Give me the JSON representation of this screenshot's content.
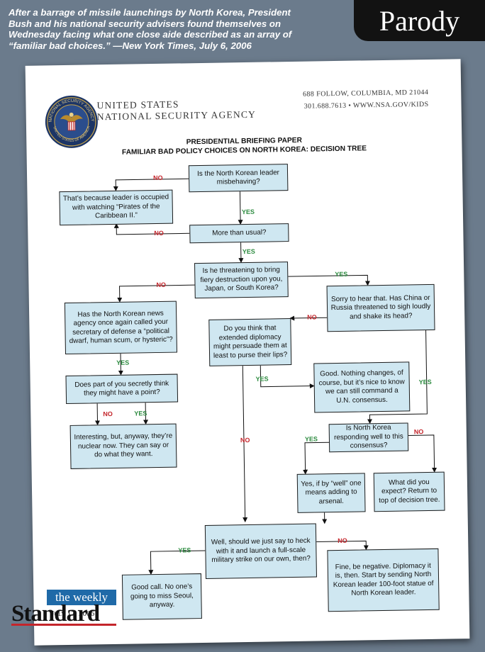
{
  "caption": "After a barrage of missile launchings by North Korea, President\nBush and his national security advisers found themselves on\nWednesday facing what one close aide described as an array of\n“familiar bad choices.”              —New York Times, July 6, 2006",
  "corner_label": "Parody",
  "letterhead": {
    "agency_line1": "UNITED STATES",
    "agency_line2": "NATIONAL SECURITY AGENCY",
    "address_line1": "688 FOLLOW, COLUMBIA, MD 21044",
    "address_line2": "301.688.7613  •  WWW.NSA.GOV/KIDS",
    "seal_text_top": "NATIONAL SECURITY AGENCY",
    "seal_text_bottom": "UNITED STATES OF AMERICA"
  },
  "paper_title_line1": "PRESIDENTIAL BRIEFING PAPER",
  "paper_title_line2": "FAMILIAR BAD POLICY CHOICES ON NORTH KOREA:  DECISION TREE",
  "nodes": {
    "q_misbehaving": "Is the North Korean leader misbehaving?",
    "pirates": "That’s because leader is occupied with watching “Pirates of the Caribbean II.”",
    "more_than_usual": "More than usual?",
    "threatening": "Is he threatening to bring fiery destruction upon you, Japan, or South Korea?",
    "news_agency": "Has the North Korean news agency once again called your secretary of defense a “political dwarf, human scum, or hysteric”?",
    "point": "Does part of you secretly think they might have a point?",
    "nuclear": "Interesting, but, anyway, they’re nuclear now. They can say or do what they want.",
    "diplomacy": "Do you think that extended diplomacy might persuade them at least to purse their lips?",
    "sorry": "Sorry to hear that. Has China or Russia threatened to sigh loudly and shake its head?",
    "good_nothing": "Good. Nothing changes, of course, but it’s nice to know we can still command a U.N. consensus.",
    "responding": "Is North Korea responding well to this consensus?",
    "yes_if_well": "Yes, if by “well” one means adding to arsenal.",
    "expect": "What did you expect? Return to top of decision tree.",
    "heck": "Well, should we just say to heck with it and launch a full-scale military strike on our own, then?",
    "good_call": "Good call. No one’s going to miss Seoul, anyway.",
    "negative": "Fine, be negative. Diplomacy it is, then. Start by sending North Korean leader 100-foot statue of North Korean leader."
  },
  "labels": {
    "yes": "YES",
    "no": "NO"
  },
  "masthead": {
    "the_weekly": "the weekly",
    "standard": "Standard",
    "date": "July 17, 2006"
  },
  "colors": {
    "box_fill": "#cfe7f1",
    "yes": "#2b8a3e",
    "no": "#c4252b",
    "background": "#6b7b8c"
  }
}
